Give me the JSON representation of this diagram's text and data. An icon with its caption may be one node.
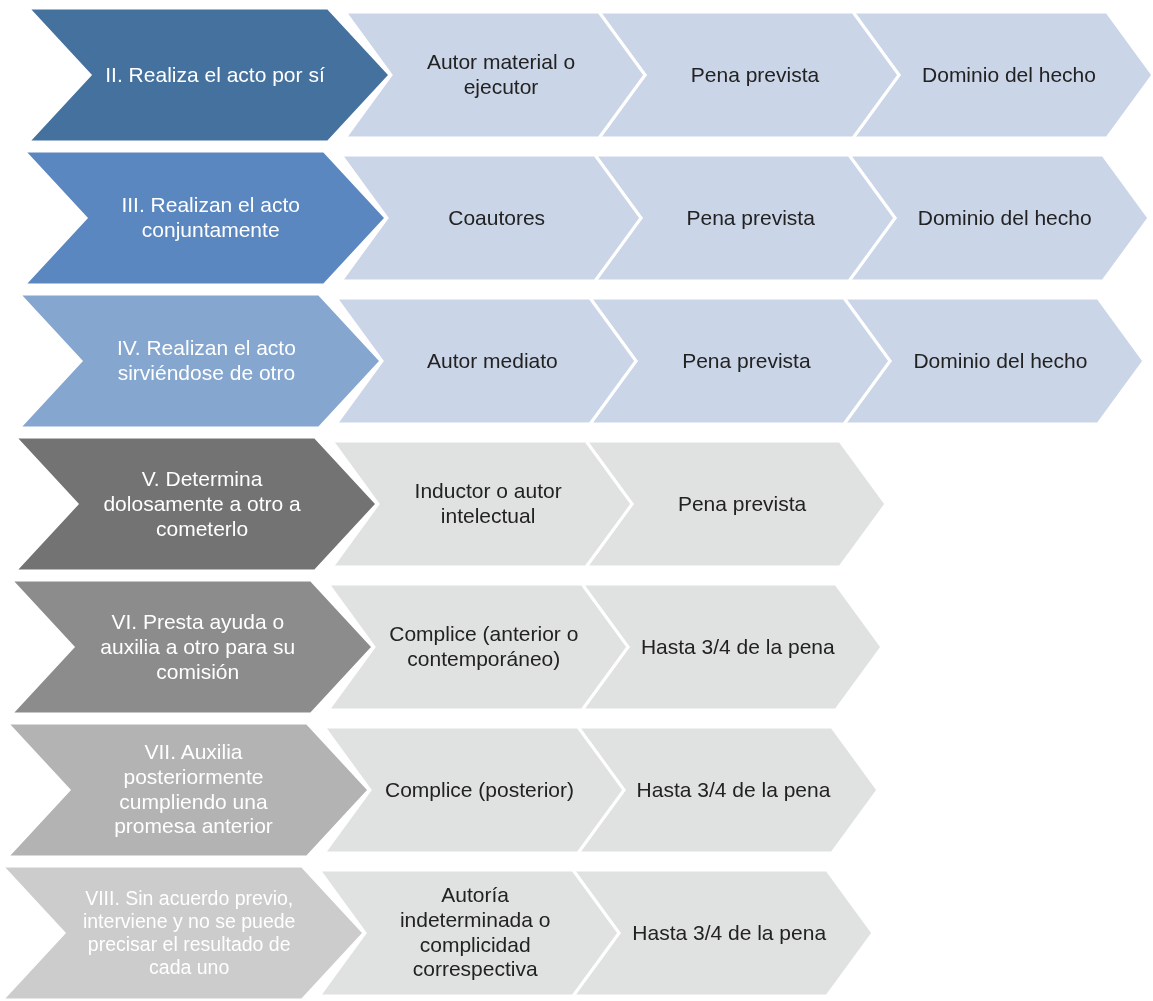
{
  "diagram": {
    "nodes": [
      {
        "text": [
          "II. Realiza el acto por sí"
        ]
      },
      {
        "text": [
          "Autor material o ejecutor"
        ]
      },
      {
        "text": [
          "Pena prevista"
        ]
      },
      {
        "text": [
          "Dominio del hecho"
        ]
      },
      {
        "text": [
          "III. Realizan el acto conjuntamente"
        ]
      },
      {
        "text": [
          "Coautores"
        ]
      },
      {
        "text": [
          "Pena prevista"
        ]
      },
      {
        "text": [
          "Dominio del hecho"
        ]
      },
      {
        "text": [
          "IV. Realizan el acto sirviéndose de otro"
        ]
      },
      {
        "text": [
          "Autor mediato"
        ]
      },
      {
        "text": [
          "Pena prevista"
        ]
      },
      {
        "text": [
          "Dominio del hecho"
        ]
      },
      {
        "text": [
          "V. Determina dolosamente a otro a cometerlo"
        ]
      },
      {
        "text": [
          "Inductor o autor intelectual"
        ]
      },
      {
        "text": [
          "Pena prevista"
        ]
      },
      {
        "text": [
          "VI. Presta ayuda o auxilia a otro para su comisión"
        ]
      },
      {
        "text": [
          "Complice (anterior o contemporáneo)"
        ]
      },
      {
        "text": [
          "Hasta 3/4 de la pena"
        ]
      },
      {
        "text": [
          "VII. Auxilia posteriormente cumpliendo una promesa anterior"
        ]
      },
      {
        "text": [
          "Complice (posterior)"
        ]
      },
      {
        "text": [
          "Hasta 3/4 de la pena"
        ]
      },
      {
        "text": [
          "VIII. Sin acuerdo previo, interviene y no se puede precisar el resultado de cada uno"
        ]
      },
      {
        "text": [
          "Autoría indeterminada o complicidad correspectiva"
        ]
      },
      {
        "text": [
          "Hasta 3/4 de la pena"
        ]
      }
    ]
  }
}
